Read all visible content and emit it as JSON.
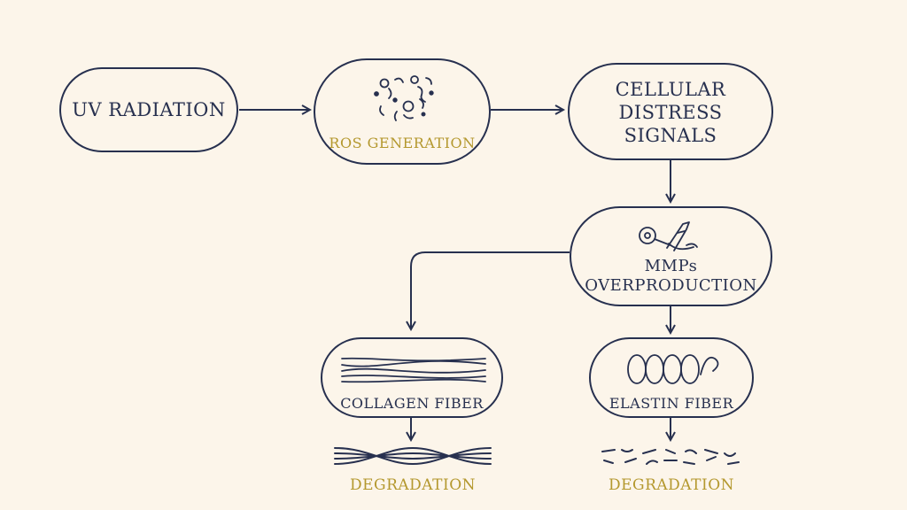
{
  "colors": {
    "background": "#fcf5ea",
    "ink": "#27304f",
    "accent": "#b4982e"
  },
  "nodes": {
    "uv": {
      "label": "UV RADIATION"
    },
    "ros": {
      "label": "ROS GENERATION",
      "icon": "molecules-icon"
    },
    "distress": {
      "label_lines": [
        "CELLULAR",
        "DISTRESS",
        "SIGNALS"
      ]
    },
    "mmps": {
      "label_lines": [
        "MMPs",
        "OVERPRODUCTION"
      ],
      "icon": "scissors-icon"
    },
    "collagen": {
      "label": "COLLAGEN FIBER",
      "icon": "fiber-bundle-icon"
    },
    "elastin": {
      "label": "ELASTIN FIBER",
      "icon": "coil-icon"
    }
  },
  "outcomes": {
    "collagen": {
      "label": "DEGRADATION",
      "icon": "twisted-fiber-icon"
    },
    "elastin": {
      "label": "DEGRADATION",
      "icon": "broken-fiber-icon"
    }
  }
}
